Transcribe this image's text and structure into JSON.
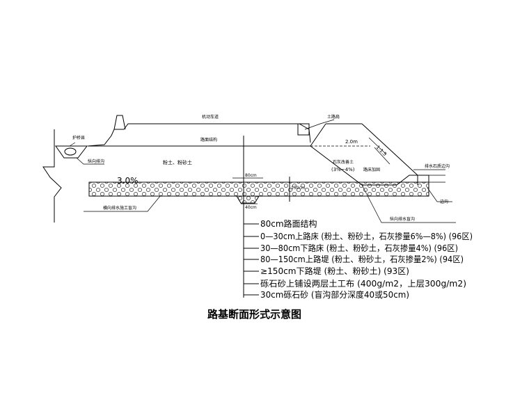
{
  "diagram": {
    "title": "路基断面形式示意图",
    "labels": {
      "guardrail_left": "护桥县",
      "longitudinal_ditch": "纵向排沟",
      "motor_lane": "机动车道",
      "top_road_line": "土路肩",
      "road_surface_line": "路面结构",
      "soil_type": "粉土、粉砂土",
      "slope_percent": "3.0%",
      "width_80cm": "80cm",
      "width_40cm": "40cm",
      "depth_label": "150cm",
      "lime_soil": "石灰改善土",
      "lime_range": "(3%~4%)",
      "lime_suffix": "路床加固",
      "shoulder_width": "2.0m",
      "slope_ratio": "1:1.5",
      "right_side_ditch": "排水石质边沟",
      "right_label_2": "纵向排水盲沟",
      "right_label_3": "边沟",
      "blind_ditch": "横向排水施工盲沟"
    },
    "legend": [
      "80cm路面结构",
      "0—30cm上路床 (粉土、粉砂土，石灰掺量6%—8%) (96区)",
      "30—80cm下路床 (粉土、粉砂土，石灰掺量4%) (96区)",
      "80—150cm上路堤 (粉土、粉砂土，石灰掺量2%) (94区)",
      "≥150cm下路堤 (粉土、粉砂土) (93区)",
      "砾石砂上铺设两层土工布 (400g/m2，上层300g/m2)",
      "30cm砾石砂 (盲沟部分深度40或50cm)"
    ]
  }
}
